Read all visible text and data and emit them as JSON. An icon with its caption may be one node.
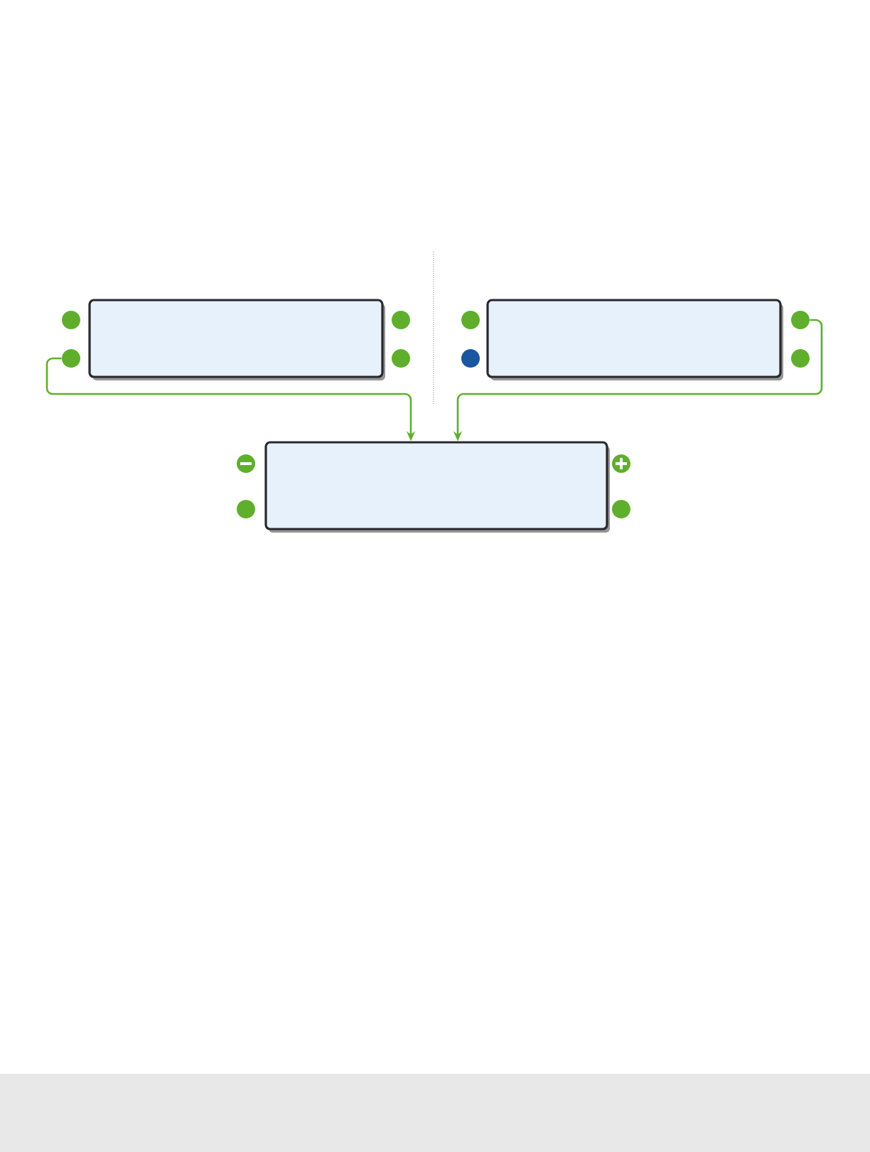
{
  "diagram": {
    "nodes": [
      {
        "text": [],
        "shape": "box"
      },
      {
        "text": [],
        "shape": "box"
      },
      {
        "text": [],
        "shape": "box"
      },
      {
        "text": [],
        "shape": "circle"
      },
      {
        "text": [],
        "shape": "circle"
      },
      {
        "text": [],
        "shape": "circle"
      },
      {
        "text": [],
        "shape": "circle"
      },
      {
        "text": [],
        "shape": "circle"
      },
      {
        "text": [],
        "shape": "circle"
      },
      {
        "text": [],
        "shape": "circle"
      },
      {
        "text": [],
        "shape": "circle"
      },
      {
        "text": [],
        "shape": "circle"
      },
      {
        "text": [],
        "shape": "circle"
      },
      {
        "text": [],
        "shape": "circle"
      },
      {
        "text": [],
        "shape": "circle"
      }
    ],
    "edges": [
      {
        "from": 7,
        "to": 2,
        "arrow": "to"
      },
      {
        "from": 6,
        "to": 2,
        "arrow": "to"
      }
    ]
  }
}
